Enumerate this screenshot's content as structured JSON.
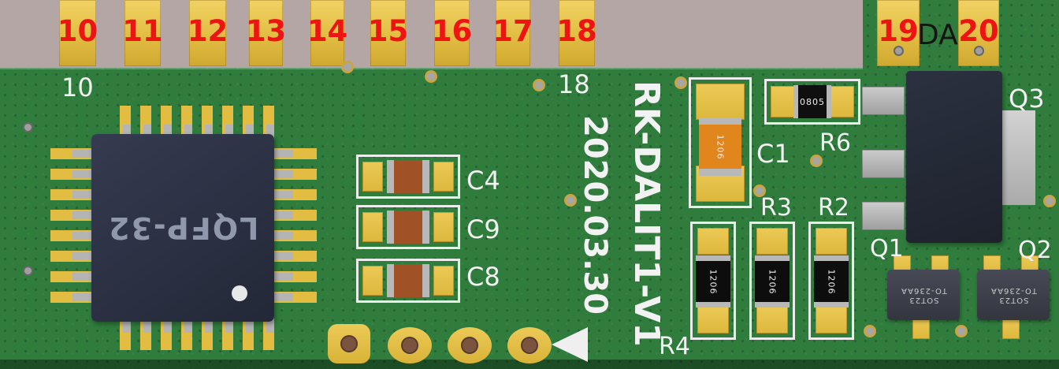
{
  "meta": {
    "description": "3D render of a green PCB, top view"
  },
  "colors": {
    "background": "#b5a6a6",
    "board_green": "#2f7c3d",
    "pad_gold": "#e2bd42",
    "silkscreen_white": "#f2f2f2",
    "pin_number_red": "#ee1414",
    "ic_body": "#2b3042",
    "capacitor_orange": "#e0861c",
    "resistor_black": "#0d0d0d"
  },
  "pins": {
    "top": [
      "10",
      "11",
      "12",
      "13",
      "14",
      "15",
      "16",
      "17",
      "18"
    ],
    "tab": [
      "19",
      "20"
    ],
    "da_label": "DA"
  },
  "silkscreen": {
    "pin10_label": "10",
    "pin18_label": "18",
    "date": "2020.03.30",
    "board_title": "RK-DALIT1-V1"
  },
  "ic": {
    "package_label": "LQFP-32"
  },
  "refdes": {
    "c4": "C4",
    "c9": "C9",
    "c8": "C8",
    "c1": "C1",
    "r6": "R6",
    "r3": "R3",
    "r2": "R2",
    "r4": "R4",
    "q1": "Q1",
    "q2": "Q2",
    "q3": "Q3"
  },
  "part_codes": {
    "c1": "1206",
    "r6": "0805",
    "r4": "1206",
    "r3": "1206",
    "r2": "1206",
    "sot_line1": "SOT23",
    "sot_line2": "TO-236AA"
  }
}
